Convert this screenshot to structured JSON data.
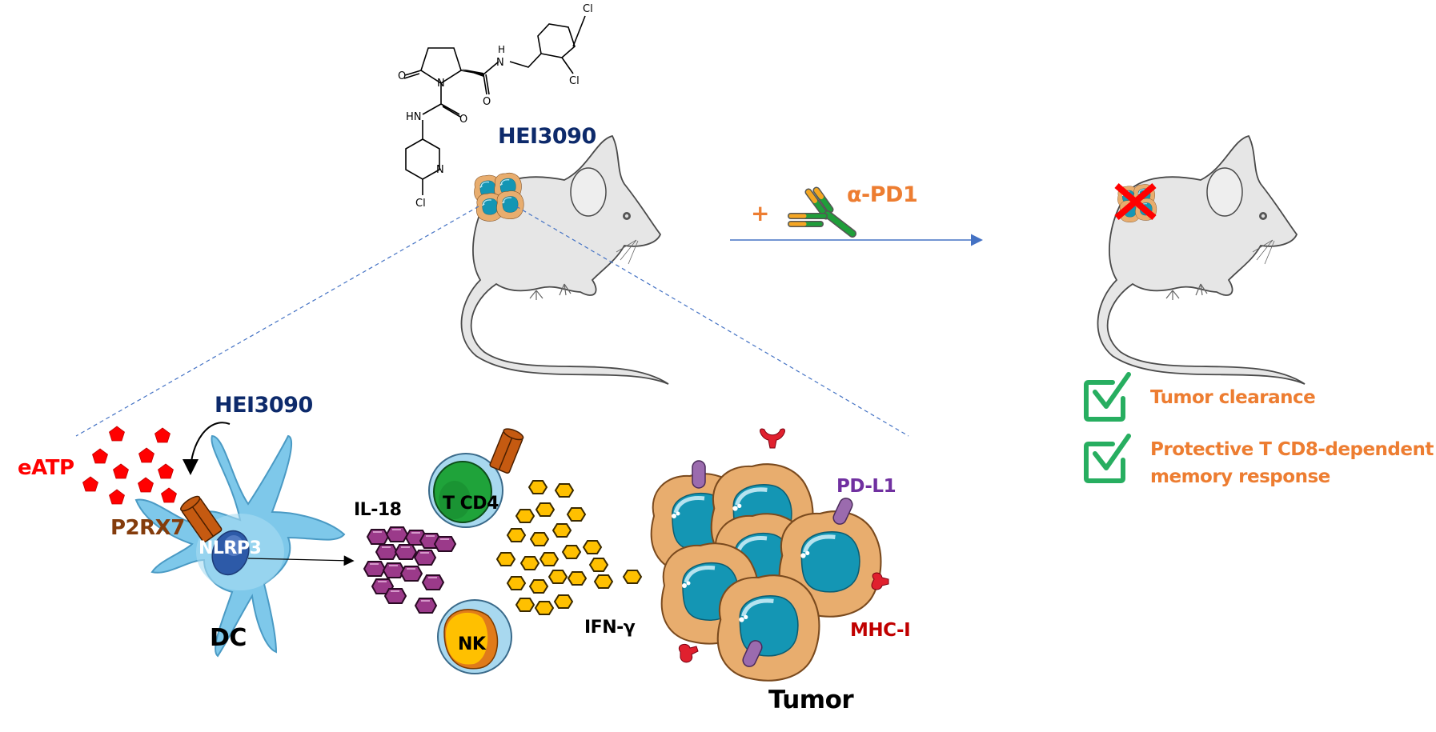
{
  "molecule": {
    "name": "HEI3090",
    "atoms": {
      "o1": "O",
      "n1": "N",
      "nh1": "H",
      "nh1n": "N",
      "o2": "O",
      "hn": "HN",
      "o3": "O",
      "n_pyr": "N",
      "cl_pyr": "Cl",
      "cl1": "Cl",
      "cl2": "Cl"
    }
  },
  "treatment": {
    "plus": "+",
    "antibody_label": "α-PD1"
  },
  "outcomes": [
    {
      "label": "Tumor clearance",
      "checked": true
    },
    {
      "label": "Protective T CD8-dependent",
      "label2": "memory response",
      "checked": true
    }
  ],
  "mechanism": {
    "eatp": "eATP",
    "drug": "HEI3090",
    "receptor": "P2RX7",
    "inflammasome": "NLRP3",
    "dc": "DC",
    "cytokine1": "IL-18",
    "tcell": "T CD4",
    "nk": "NK",
    "cytokine2": "IFN-γ",
    "pdl1": "PD-L1",
    "mhc": "MHC-I",
    "tumor": "Tumor"
  },
  "colors": {
    "navy": "#0d2a6b",
    "orange": "#ed7d31",
    "red": "#ff0000",
    "brown": "#843c0c",
    "purple": "#7030a0",
    "darkred": "#c00000",
    "green": "#27ae60",
    "arrow_blue": "#4472c4"
  }
}
